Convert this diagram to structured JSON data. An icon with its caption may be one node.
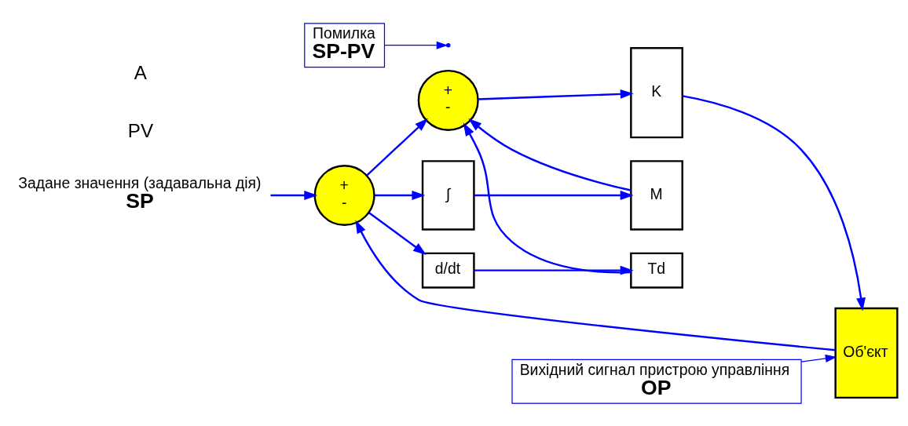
{
  "diagram": {
    "nodes": [
      {
        "text": [
          "Задане значення (задавальна дія)",
          "SP"
        ]
      },
      {
        "text": [
          "+",
          "-"
        ]
      },
      {
        "text": [
          "Помилка",
          "SP-PV"
        ]
      },
      {
        "text": [
          "+",
          "-"
        ]
      },
      {
        "text": [
          "∫"
        ]
      },
      {
        "text": [
          "M"
        ]
      },
      {
        "text": [
          "d/dt"
        ]
      },
      {
        "text": [
          "Td"
        ]
      },
      {
        "text": [
          "K"
        ]
      },
      {
        "text": [
          "Об'єкт"
        ]
      },
      {
        "text": [
          "Вихідний сигнал пристрою управління",
          "OP"
        ]
      }
    ],
    "edges": [
      {
        "from": 0,
        "to": 1,
        "arrow": "to"
      },
      {
        "from": 1,
        "to": 3,
        "arrow": "to"
      },
      {
        "from": 1,
        "to": 4,
        "arrow": "to"
      },
      {
        "from": 1,
        "to": 6,
        "arrow": "to"
      },
      {
        "from": 4,
        "to": 5,
        "arrow": "to"
      },
      {
        "from": 5,
        "to": 3,
        "arrow": "to"
      },
      {
        "from": 6,
        "to": 7,
        "arrow": "to"
      },
      {
        "from": 7,
        "to": 3,
        "arrow": "to"
      },
      {
        "from": 3,
        "to": 8,
        "arrow": "to"
      },
      {
        "from": 8,
        "to": 9,
        "arrow": "to"
      },
      {
        "from": 9,
        "to": 1,
        "arrow": "to"
      },
      {
        "from": 2,
        "to": null,
        "arrow": "to"
      },
      {
        "from": 10,
        "to": 9,
        "arrow": "to"
      }
    ],
    "labels": [
      "PV",
      "A"
    ]
  }
}
